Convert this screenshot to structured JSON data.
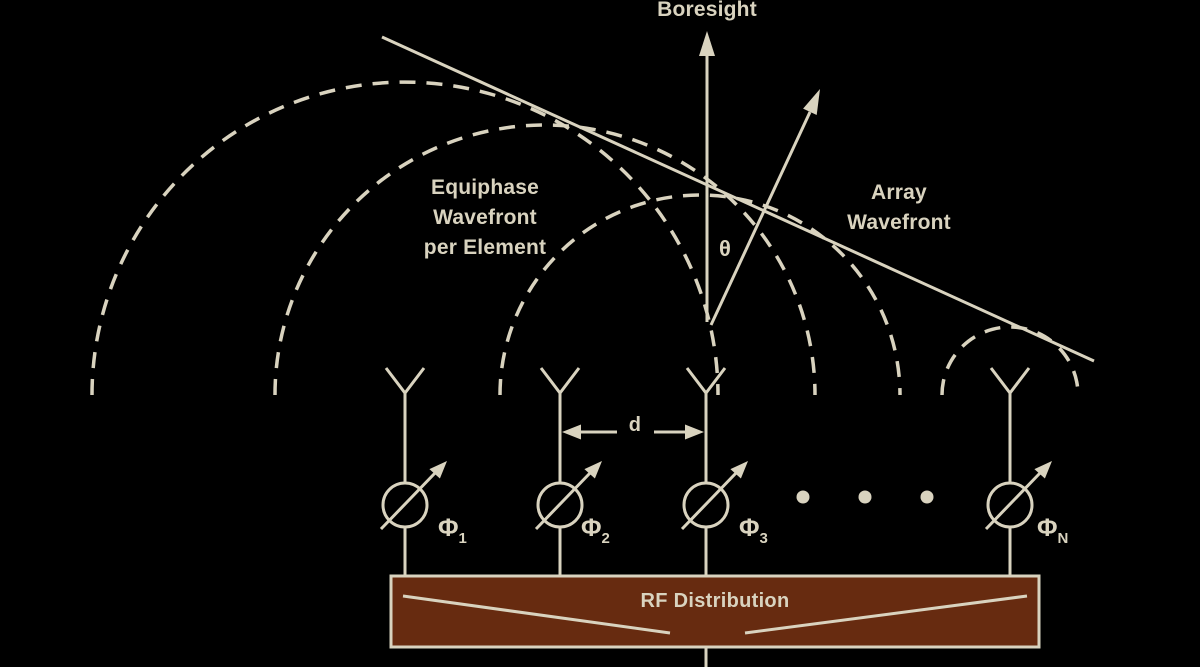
{
  "colors": {
    "background": "#000000",
    "ink": "#d9d3bf",
    "box_fill": "#672b10"
  },
  "diagram": {
    "boresight_label": "Boresight",
    "equiphase_label": "Equiphase\nWavefront\nper Element",
    "array_wavefront_label": "Array\nWavefront",
    "beam_angle_label": "θ",
    "element_spacing_label": "d",
    "rf_distribution_label": "RF Distribution",
    "phase_shifters": [
      {
        "symbol": "Φ",
        "subscript": "1"
      },
      {
        "symbol": "Φ",
        "subscript": "2"
      },
      {
        "symbol": "Φ",
        "subscript": "3"
      },
      {
        "symbol": "Φ",
        "subscript": "N"
      }
    ]
  }
}
